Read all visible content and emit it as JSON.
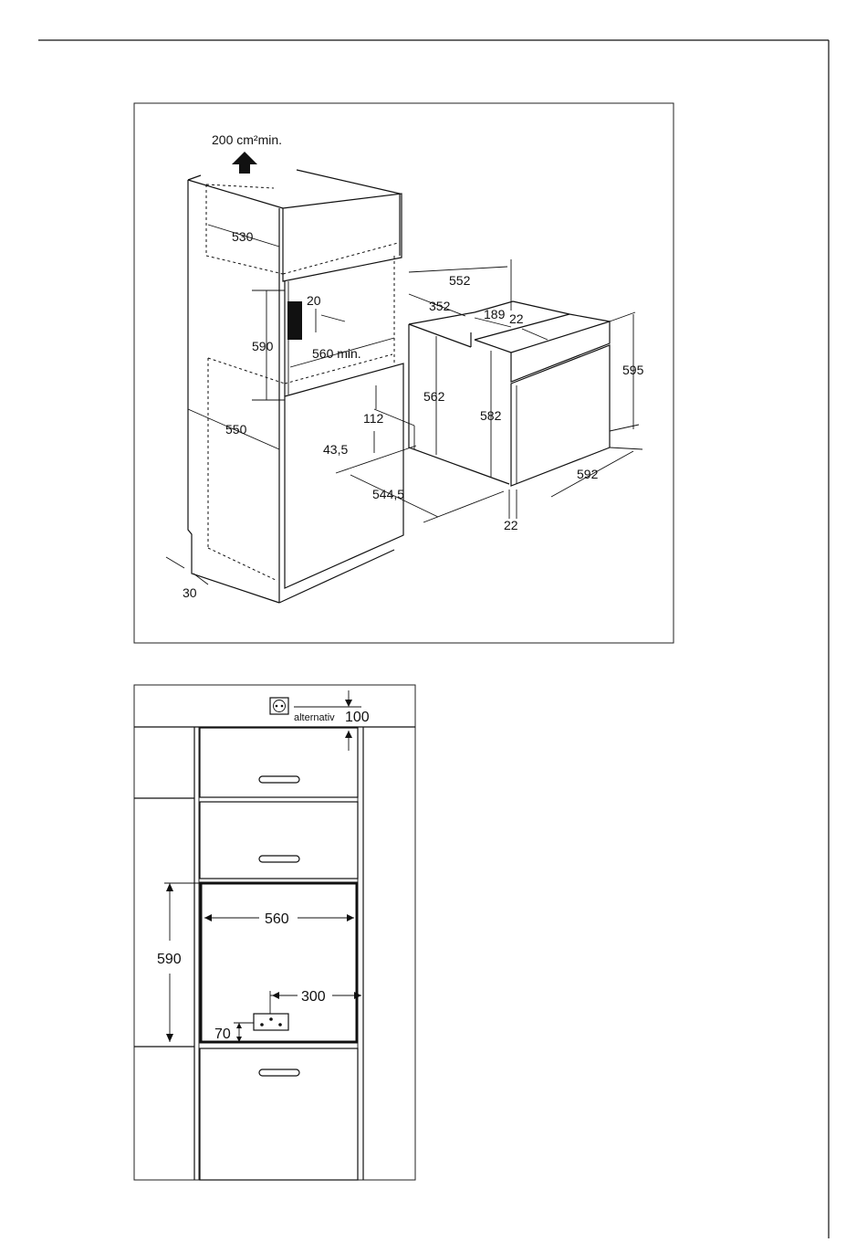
{
  "figure1": {
    "ventilation": "200 cm²min.",
    "dims": {
      "d530": "530",
      "d20": "20",
      "d590": "590",
      "d560min": "560 min.",
      "d550": "550",
      "d30": "30",
      "d552": "552",
      "d352": "352",
      "d189": "189",
      "d22_top": "22",
      "d595": "595",
      "d562": "562",
      "d582": "582",
      "d112": "112",
      "d43_5": "43,5",
      "d544_5": "544,5",
      "d592": "592",
      "d22_bottom": "22"
    }
  },
  "figure2": {
    "alternativ": "alternativ",
    "d100": "100",
    "d560": "560",
    "d590": "590",
    "d300": "300",
    "d70": "70"
  }
}
